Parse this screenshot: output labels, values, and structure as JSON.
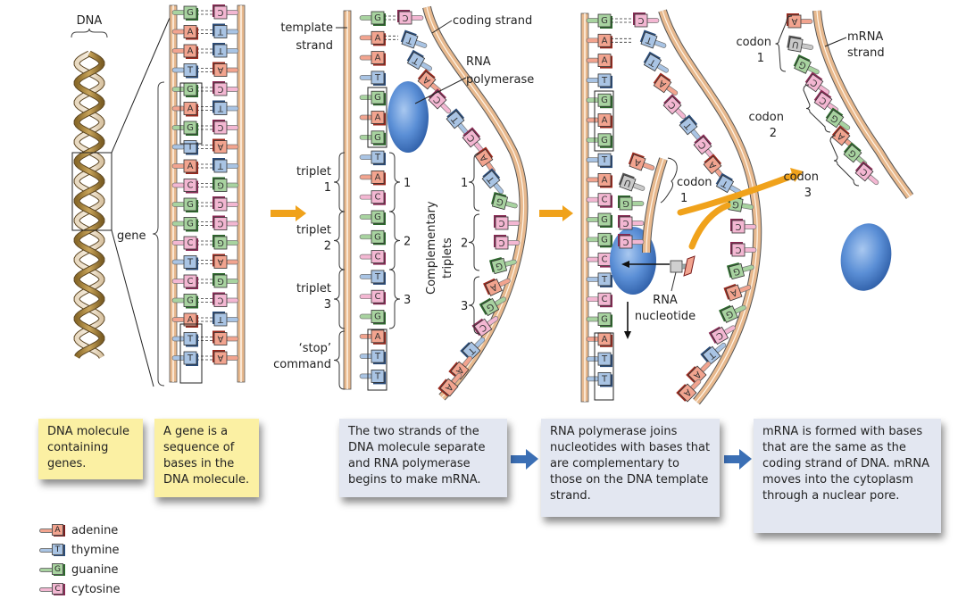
{
  "colors": {
    "A": "#f2a48f",
    "T": "#a9c4e4",
    "G": "#a8d3a0",
    "C": "#f3b7d2",
    "U": "#c9c9c9",
    "A_dark": "#9b2a1e",
    "T_dark": "#2b4d7a",
    "G_dark": "#2d6a2d",
    "C_dark": "#8a2a55",
    "U_dark": "#555555",
    "backbone": "#e8b98e",
    "polymerase": "#5b8fd6",
    "orange_arrow": "#f0a21b",
    "blue_arrow": "#3b6fb5",
    "note_yellow": "#fbf0a3",
    "note_blue": "#e3e7f1"
  },
  "panel1": {
    "dna_label": "DNA",
    "gene_label": "gene"
  },
  "panel2": {
    "left_strand": [
      "G",
      "A",
      "A",
      "T",
      "G",
      "A",
      "G",
      "T",
      "A",
      "C",
      "G",
      "G",
      "C",
      "T",
      "C",
      "G",
      "A",
      "T",
      "T"
    ],
    "right_strand": [
      "C",
      "T",
      "T",
      "A",
      "C",
      "T",
      "C",
      "A",
      "T",
      "G",
      "C",
      "C",
      "G",
      "A",
      "G",
      "C",
      "T",
      "A",
      "A"
    ]
  },
  "panel3": {
    "template_strand_label": "template strand",
    "coding_strand_label": "coding strand",
    "rna_polymerase_label": "RNA polymerase",
    "template_bases": [
      "G",
      "A",
      "A",
      "T",
      "G",
      "A",
      "G",
      "T",
      "A",
      "C",
      "G",
      "G",
      "C",
      "T",
      "C",
      "G",
      "A",
      "T",
      "T"
    ],
    "coding_bases": [
      "C",
      "T",
      "T",
      "A",
      "C",
      "T",
      "C",
      "A",
      "T",
      "G",
      "C",
      "C",
      "G",
      "A",
      "G",
      "C",
      "T",
      "A",
      "A"
    ],
    "triplet_labels": [
      {
        "name": "triplet",
        "num": "1"
      },
      {
        "name": "triplet",
        "num": "2"
      },
      {
        "name": "triplet",
        "num": "3"
      }
    ],
    "stop_label": "‘stop’ command",
    "complementary_label": "Complementary triplets",
    "right_brace_nums": [
      "1",
      "2",
      "3"
    ],
    "coding_brace_nums": [
      "1",
      "2",
      "3"
    ]
  },
  "panel4": {
    "template_bases": [
      "G",
      "A",
      "A",
      "T",
      "G",
      "A",
      "G",
      "T",
      "A",
      "C",
      "G",
      "G",
      "C",
      "T",
      "C",
      "G",
      "A",
      "T",
      "T"
    ],
    "coding_bases": [
      "C",
      "T",
      "T",
      "A",
      "C",
      "T",
      "C",
      "A",
      "T",
      "G",
      "C",
      "C",
      "G",
      "A",
      "G",
      "C",
      "T",
      "A",
      "A"
    ],
    "mrna_bases": [
      "A",
      "U",
      "G",
      "C",
      "C"
    ],
    "codon_label": "codon",
    "codon_num": "1",
    "rna_nucleotide_label": "RNA nucleotide"
  },
  "panel5": {
    "mrna_bases": [
      "A",
      "U",
      "G",
      "C",
      "C",
      "G",
      "A",
      "G",
      "C"
    ],
    "mrna_strand_label": "mRNA strand",
    "codons": [
      {
        "name": "codon",
        "num": "1"
      },
      {
        "name": "codon",
        "num": "2"
      },
      {
        "name": "codon",
        "num": "3"
      }
    ]
  },
  "notes": {
    "n1": "DNA molecule containing genes.",
    "n2": "A gene is a sequence of bases in the DNA molecule.",
    "n3": "The two strands of the DNA molecule separate and RNA polymerase begins to make mRNA.",
    "n4": "RNA polymerase joins nucleotides with bases that are complementary to those on the DNA template strand.",
    "n5": "mRNA is formed with bases that are the same as the coding strand of DNA. mRNA moves into the cytoplasm through a nuclear pore."
  },
  "legend": [
    {
      "letter": "A",
      "name": "adenine"
    },
    {
      "letter": "T",
      "name": "thymine"
    },
    {
      "letter": "G",
      "name": "guanine"
    },
    {
      "letter": "C",
      "name": "cytosine"
    }
  ]
}
